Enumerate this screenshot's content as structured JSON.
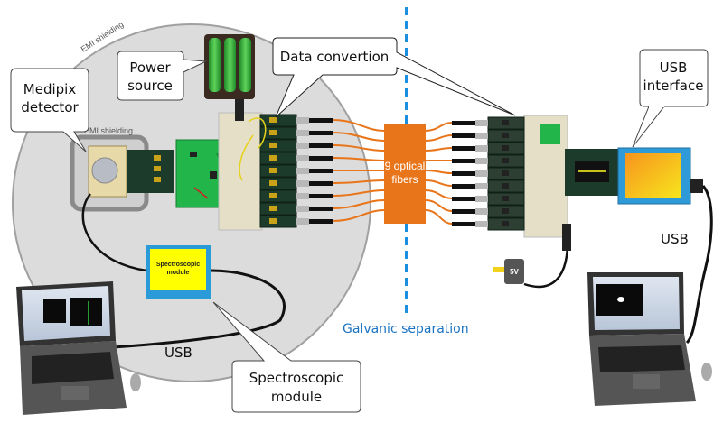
{
  "callouts": {
    "medipix": [
      "Medipix",
      "detector"
    ],
    "power": [
      "Power",
      "source"
    ],
    "data_conversion": "Data convertion",
    "usb_interface": [
      "USB",
      "interface"
    ],
    "spectroscopic": [
      "Spectroscopic",
      "module"
    ]
  },
  "labels": {
    "emi_outer": "EMI shielding",
    "emi_inner": "EMI shielding",
    "fibers": [
      "9 optical",
      "fibers"
    ],
    "galvanic": "Galvanic separation",
    "usb_left": "USB",
    "usb_right": "USB",
    "module_box": [
      "Spectroscopic",
      "module"
    ],
    "psu": "5V"
  },
  "fiber_count": 9,
  "colors": {
    "shield_fill": "#dcdcdc",
    "shield_stroke": "#9a9a9a",
    "fiber_orange": "#e8751a",
    "fiber_box": "#e8751a",
    "galvanic_blue": "#1a8fe0",
    "pcb_green": "#22b54a",
    "pcb_dark": "#1d3b2a",
    "usb_blue": "#2f9ad8",
    "usb_yellow": "#f2c21c",
    "module_yellow": "#ffff00",
    "module_blue": "#2a9ad8"
  }
}
